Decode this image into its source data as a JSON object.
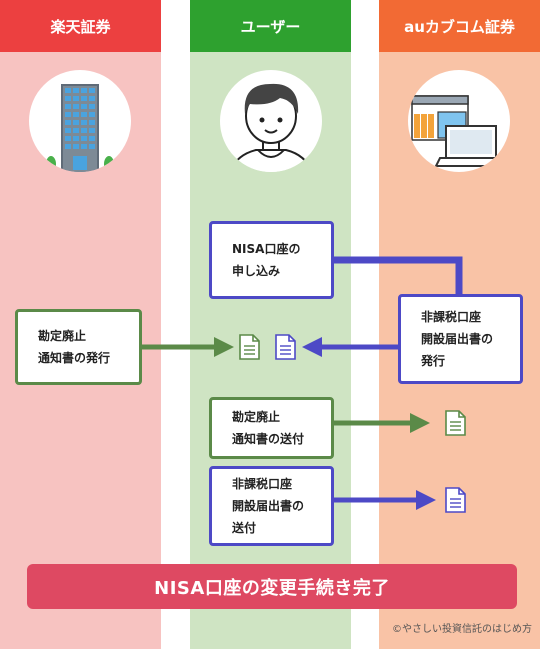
{
  "columns": {
    "rakuten": "楽天証券",
    "user": "ユーザー",
    "au": "auカブコム証券"
  },
  "steps": {
    "nisa_application": [
      "NISA口座の",
      "申し込み"
    ],
    "au_issue": [
      "非課税口座",
      "開設届出書の",
      "発行"
    ],
    "rakuten_issue": [
      "勘定廃止",
      "通知書の発行"
    ],
    "user_send_rakuten_doc": [
      "勘定廃止",
      "通知書の送付"
    ],
    "user_send_au_doc": [
      "非課税口座",
      "開設届出書の",
      "送付"
    ]
  },
  "banner": "NISA口座の変更手続き完了",
  "credit": "©やさしい投資信託のはじめ方",
  "colors": {
    "rakuten": "#ec4040",
    "user": "#2ea12f",
    "au": "#f26a34",
    "blue_flow": "#4d49c6",
    "green_flow": "#5b8a48",
    "banner": "#de4962"
  },
  "icons": [
    "building-icon",
    "user-avatar-icon",
    "office-laptop-icon",
    "document-icon"
  ]
}
